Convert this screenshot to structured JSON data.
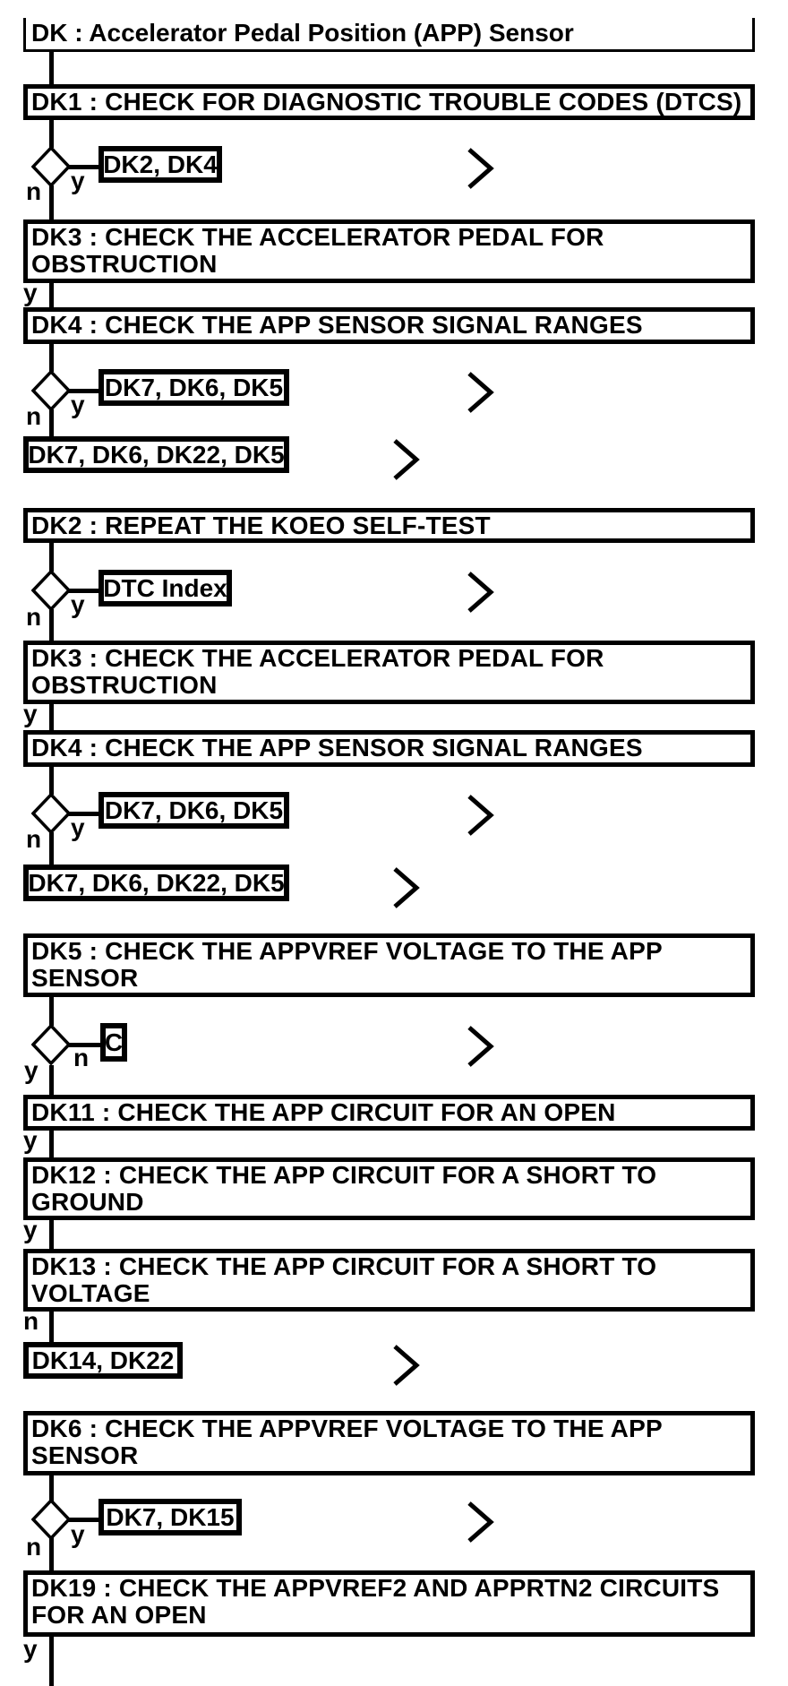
{
  "labels": {
    "yes": "y",
    "no": "n"
  },
  "flow": {
    "title": "DK : Accelerator Pedal Position (APP) Sensor",
    "dk1": "DK1 : CHECK FOR DIAGNOSTIC TROUBLE CODES (DTCS)",
    "ref_dk2_dk4": "DK2, DK4",
    "dk3_first": "DK3 : CHECK THE ACCELERATOR PEDAL FOR\nOBSTRUCTION",
    "dk4_first": "DK4 : CHECK THE APP SENSOR SIGNAL RANGES",
    "ref_dk7_dk6_dk5_first": "DK7, DK6, DK5",
    "ref_dk7_dk6_dk22_dk5_first": "DK7, DK6, DK22, DK5",
    "dk2": "DK2 : REPEAT THE KOEO SELF-TEST",
    "ref_dtc_index": "DTC Index",
    "dk3_second": "DK3 : CHECK THE ACCELERATOR PEDAL FOR\nOBSTRUCTION",
    "dk4_second": "DK4 : CHECK THE APP SENSOR SIGNAL RANGES",
    "ref_dk7_dk6_dk5_second": "DK7, DK6, DK5",
    "ref_dk7_dk6_dk22_dk5_second": "DK7, DK6, DK22, DK5",
    "dk5": "DK5 : CHECK THE APPVREF VOLTAGE TO THE APP\nSENSOR",
    "ref_c": "C",
    "dk11": "DK11 : CHECK THE APP CIRCUIT FOR AN OPEN",
    "dk12": "DK12 : CHECK THE APP CIRCUIT FOR A SHORT TO\nGROUND",
    "dk13": "DK13 : CHECK THE APP CIRCUIT FOR A SHORT TO\nVOLTAGE",
    "ref_dk14_dk22": "DK14, DK22",
    "dk6": "DK6 : CHECK THE APPVREF VOLTAGE TO THE APP\nSENSOR",
    "ref_dk7_dk15": "DK7, DK15",
    "dk19": "DK19 : CHECK THE APPVREF2 AND APPRTN2 CIRCUITS\nFOR AN OPEN"
  }
}
